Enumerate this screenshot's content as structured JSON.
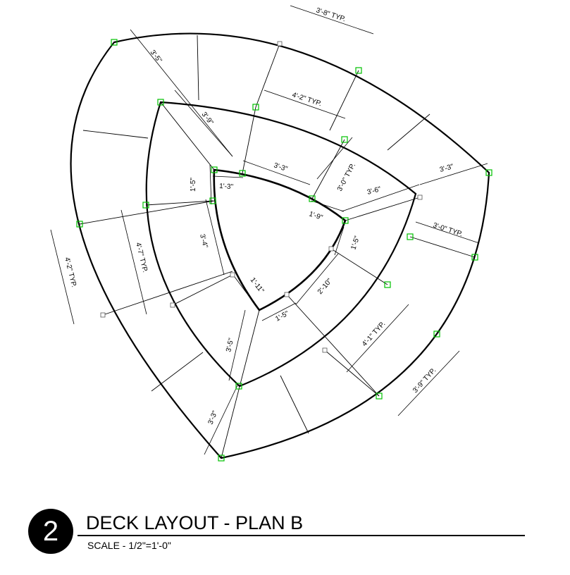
{
  "drawing": {
    "title": "DECK LAYOUT - PLAN B",
    "number": "2",
    "scale": "SCALE - 1/2\"=1'-0\"",
    "colors": {
      "line": "#000000",
      "node": "#00c000"
    }
  },
  "dimensions": {
    "d1": "3'-8\" TYP.",
    "d2": "3'-5\"",
    "d3": "4'-2\" TYP.",
    "d4": "3'-9\"",
    "d5": "3'-0\" TYP.",
    "d6": "3'-3\"",
    "d7": "1'-5\"",
    "d8": "1'-3\"",
    "d9": "3'-3\"",
    "d10": "3'-6\"",
    "d11": "1'-9\"",
    "d12": "3'-0\" TYP.",
    "d13": "1'-5\"",
    "d14": "4'-2\" TYP.",
    "d15": "4'-7\" TYP.",
    "d16": "3'-4\"",
    "d17": "1'-11\"",
    "d18": "2'-10\"",
    "d19": "1'-5\"",
    "d20": "4'-1\" TYP.",
    "d21": "3'-5\"",
    "d22": "3'-9\" TYP.",
    "d23": "3'-3\""
  }
}
